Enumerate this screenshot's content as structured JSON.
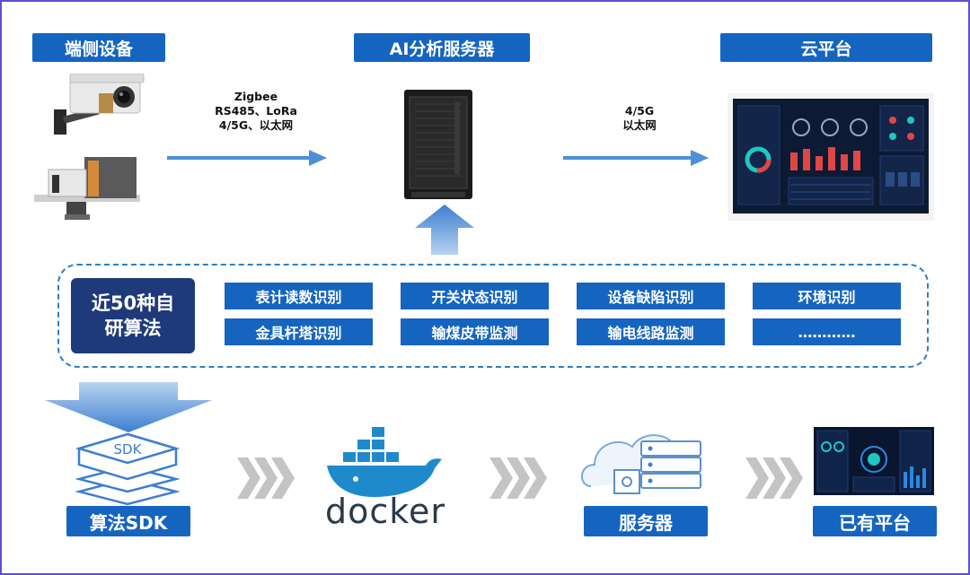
{
  "headers": {
    "edge_devices": "端侧设备",
    "ai_server": "AI分析服务器",
    "cloud_platform": "云平台"
  },
  "protocols": {
    "left": [
      "Zigbee",
      "RS485、LoRa",
      "4/5G、以太网"
    ],
    "right": [
      "4/5G",
      "以太网"
    ]
  },
  "algorithms": {
    "title_line1": "近50种自",
    "title_line2": "研算法",
    "items": [
      "表计读数识别",
      "开关状态识别",
      "设备缺陷识别",
      "环境识别",
      "金具杆塔识别",
      "输煤皮带监测",
      "输电线路监测",
      "…………"
    ]
  },
  "deployment": {
    "sdk_label": "算法SDK",
    "sdk_icon_text": "SDK",
    "docker_text": "docker",
    "server_label": "服务器",
    "platform_label": "已有平台"
  },
  "colors": {
    "primary_blue": "#1565c0",
    "dark_navy": "#1e3a7a",
    "arrow_blue": "#4d8fd6",
    "dashed_border": "#2e7fc4"
  }
}
